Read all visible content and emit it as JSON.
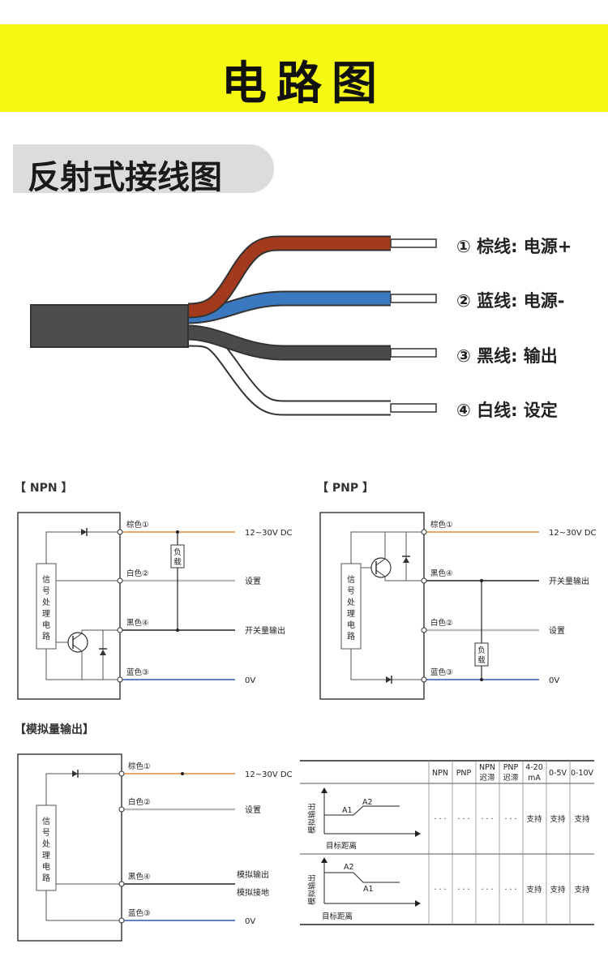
{
  "header": {
    "title": "电路图"
  },
  "section1": {
    "title": "反射式接线图"
  },
  "wires": [
    {
      "label": "① 棕线: 电源+",
      "color": "#a33a1e"
    },
    {
      "label": "② 蓝线: 电源-",
      "color": "#3a78c0"
    },
    {
      "label": "③ 黑线: 输出",
      "color": "#4a4a4a"
    },
    {
      "label": "④ 白线: 设定",
      "color": "#ffffff"
    }
  ],
  "npn": {
    "title": "【 NPN 】",
    "block": [
      "信",
      "号",
      "处",
      "理",
      "电",
      "路"
    ],
    "terms": [
      "棕色①",
      "白色②",
      "黑色④",
      "蓝色③"
    ],
    "labels": [
      "12~30V  DC",
      "设置",
      "开关量输出",
      "0V"
    ],
    "load": [
      "负",
      "载"
    ]
  },
  "pnp": {
    "title": "【 PNP 】",
    "block": [
      "信",
      "号",
      "处",
      "理",
      "电",
      "路"
    ],
    "terms": [
      "棕色①",
      "黑色④",
      "白色②",
      "蓝色③"
    ],
    "labels": [
      "12~30V  DC",
      "开关量输出",
      "设置",
      "0V"
    ],
    "load": [
      "负",
      "载"
    ]
  },
  "analog": {
    "title": "【模拟量输出】",
    "block": [
      "信",
      "号",
      "处",
      "理",
      "电",
      "路"
    ],
    "terms": [
      "棕色①",
      "白色②",
      "黑色④",
      "蓝色③"
    ],
    "labels": [
      "12~30V  DC",
      "设置",
      "模拟输出",
      "模拟接地",
      "0V"
    ]
  },
  "table": {
    "headers": [
      [
        "NPN"
      ],
      [
        "PNP"
      ],
      [
        "NPN",
        "迟滞"
      ],
      [
        "PNP",
        "迟滞"
      ],
      [
        "4-20",
        "mA"
      ],
      [
        "0-5V"
      ],
      [
        "0-10V"
      ]
    ],
    "rows": [
      {
        "ylabel": "模拟输出",
        "xlabel": "目标距离",
        "a1": "A1",
        "a2": "A2",
        "cells": [
          "· · ·",
          "· · ·",
          "· · ·",
          "· · ·",
          "支持",
          "支持",
          "支持"
        ]
      },
      {
        "ylabel": "模拟输出",
        "xlabel": "目标距离",
        "a1": "A1",
        "a2": "A2",
        "cells": [
          "· · ·",
          "· · ·",
          "· · ·",
          "· · ·",
          "支持",
          "支持",
          "支持"
        ]
      }
    ]
  }
}
